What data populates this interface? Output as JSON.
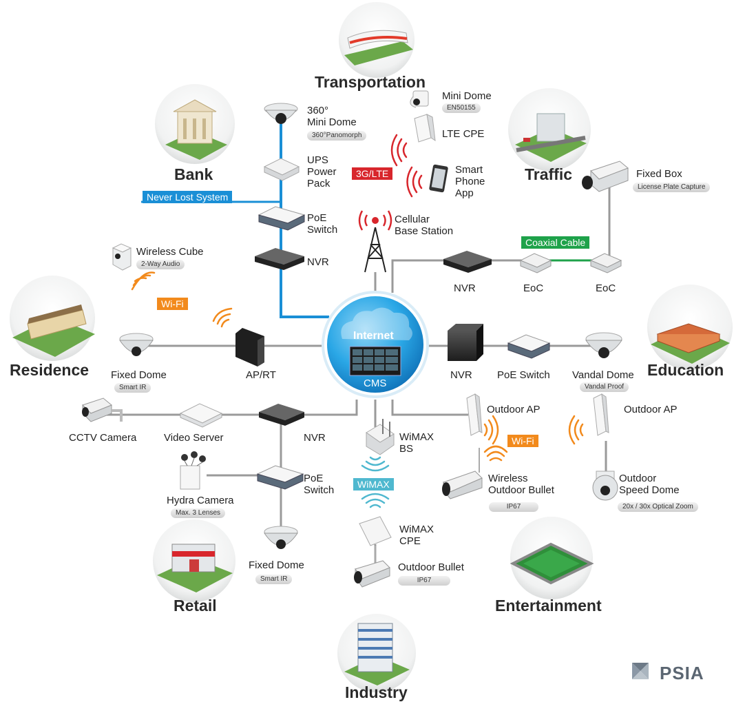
{
  "sectors": {
    "transportation": "Transportation",
    "bank": "Bank",
    "traffic": "Traffic",
    "residence": "Residence",
    "education": "Education",
    "retail": "Retail",
    "entertainment": "Entertainment",
    "industry": "Industry"
  },
  "hub": {
    "internet": "Internet",
    "cms": "CMS"
  },
  "devices": {
    "mini_dome_360": "360°\nMini Dome",
    "mini_dome_360_sub": "360°Panomorph",
    "ups_power_pack": "UPS\nPower\nPack",
    "poe_switch_top": "PoE\nSwitch",
    "nvr_top": "NVR",
    "mini_dome": "Mini Dome",
    "mini_dome_sub": "EN50155",
    "lte_cpe": "LTE CPE",
    "smart_phone_app": "Smart\nPhone\nApp",
    "cellular_base_station": "Cellular\nBase Station",
    "fixed_box": "Fixed Box",
    "fixed_box_sub": "License Plate Capture",
    "nvr_traffic": "NVR",
    "eoc_1": "EoC",
    "eoc_2": "EoC",
    "wireless_cube": "Wireless Cube",
    "wireless_cube_sub": "2-Way Audio",
    "fixed_dome_res": "Fixed Dome",
    "fixed_dome_res_sub": "Smart IR",
    "ap_rt": "AP/RT",
    "nvr_edu": "NVR",
    "poe_switch_edu": "PoE Switch",
    "vandal_dome": "Vandal Dome",
    "vandal_dome_sub": "Vandal Proof",
    "cctv_camera": "CCTV Camera",
    "video_server": "Video Server",
    "nvr_retail": "NVR",
    "hydra_camera": "Hydra Camera",
    "hydra_camera_sub": "Max. 3 Lenses",
    "poe_switch_retail": "PoE\nSwitch",
    "fixed_dome_retail": "Fixed Dome",
    "fixed_dome_retail_sub": "Smart IR",
    "wimax_bs": "WiMAX\nBS",
    "wimax_cpe": "WiMAX\nCPE",
    "outdoor_bullet": "Outdoor Bullet",
    "outdoor_bullet_sub": "IP67",
    "outdoor_ap_1": "Outdoor AP",
    "outdoor_ap_2": "Outdoor AP",
    "wireless_outdoor_bullet": "Wireless\nOutdoor Bullet",
    "wireless_outdoor_bullet_sub": "IP67",
    "outdoor_speed_dome": "Outdoor\nSpeed Dome",
    "outdoor_speed_dome_sub": "20x / 30x Optical Zoom"
  },
  "tags": {
    "never_lost": "Never Lost System",
    "lte": "3G/LTE",
    "coaxial": "Coaxial Cable",
    "wifi_left": "Wi-Fi",
    "wifi_right": "Wi-Fi",
    "wimax": "WiMAX"
  },
  "logo": {
    "text": "PSIA"
  },
  "colors": {
    "link_gray": "#9a9a9a",
    "link_blue": "#1a8fd6",
    "link_green": "#1ea24a",
    "wifi_orange": "#f28a1c",
    "signal_red": "#d8262c",
    "wimax_teal": "#4fb8cf",
    "hub_blue": "#1e9be0"
  }
}
